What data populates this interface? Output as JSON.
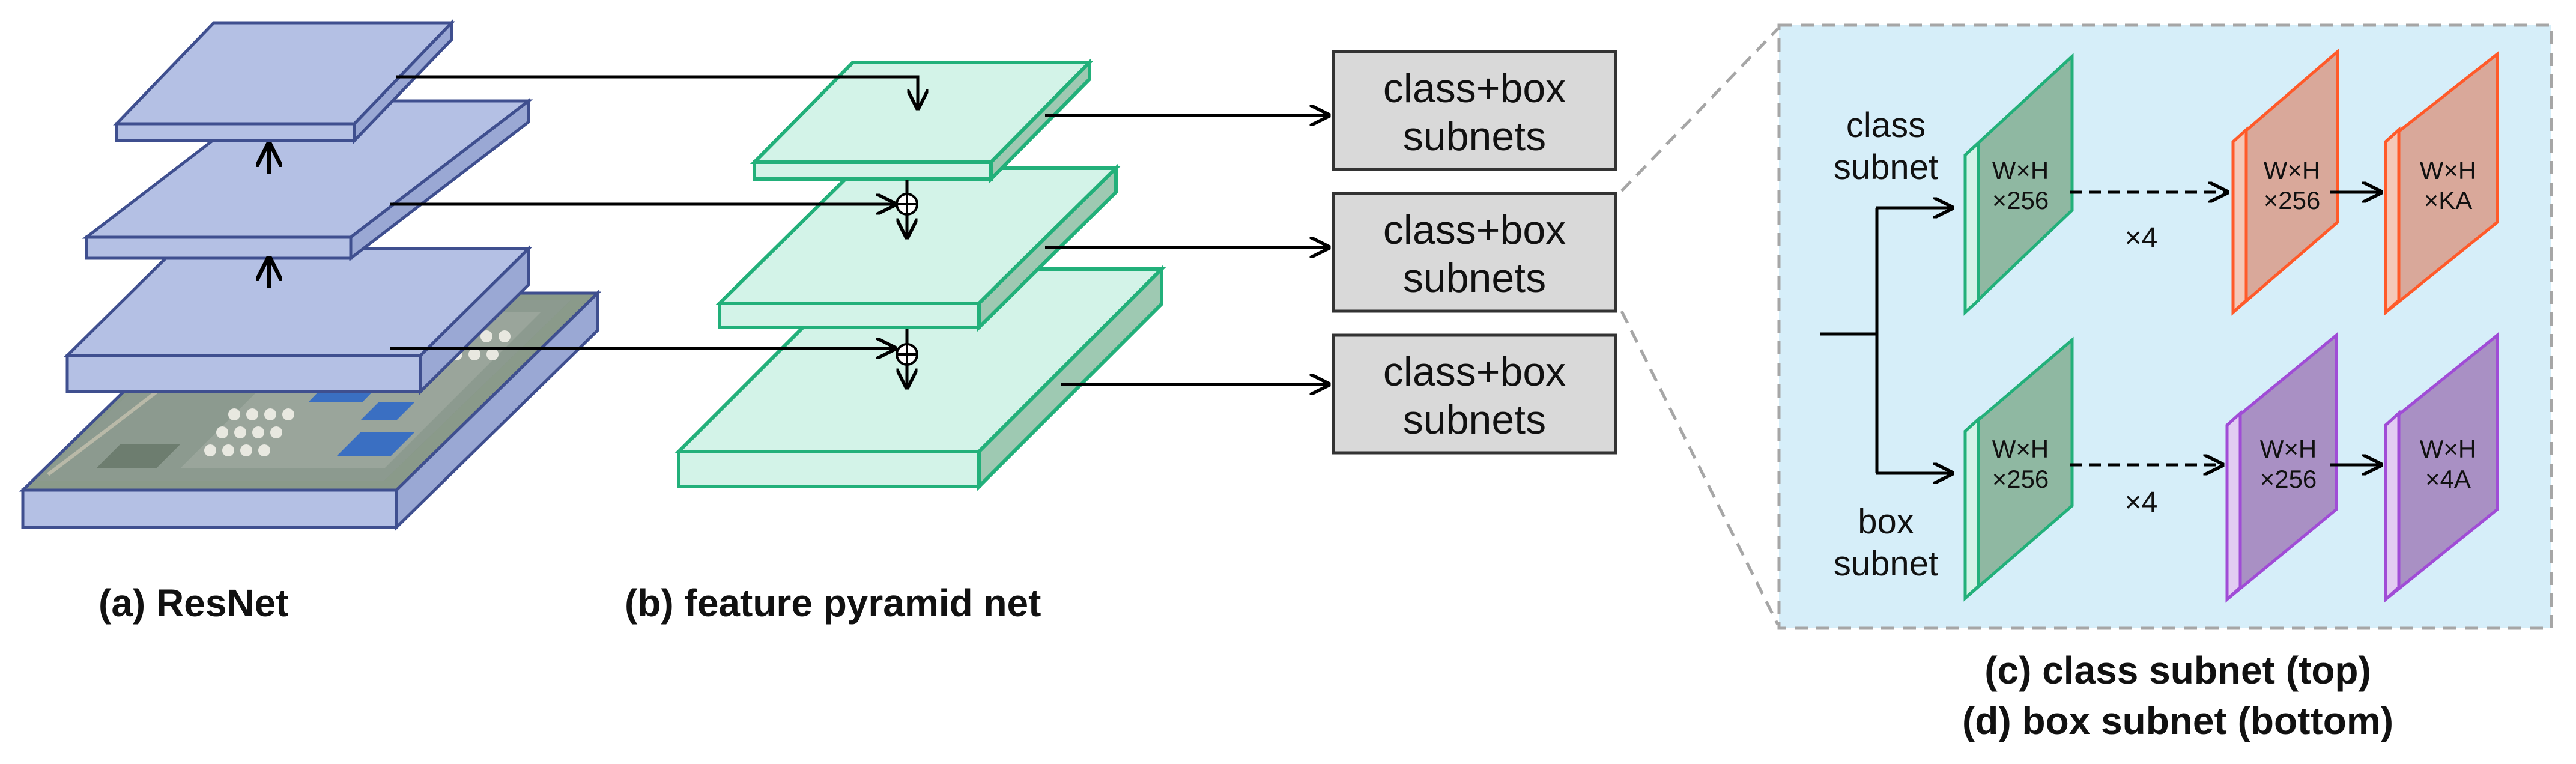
{
  "captions": {
    "resnet": "(a)  ResNet",
    "fpn": "(b)  feature pyramid net",
    "class_subnet": "(c)  class subnet  (top)",
    "box_subnet": "(d)  box subnet  (bottom)"
  },
  "subnet_boxes": [
    {
      "line1": "class+box",
      "line2": "subnets"
    },
    {
      "line1": "class+box",
      "line2": "subnets"
    },
    {
      "line1": "class+box",
      "line2": "subnets"
    }
  ],
  "class_branch": {
    "label_line1": "class",
    "label_line2": "subnet",
    "map1": {
      "line1": "W×H",
      "line2": "×256"
    },
    "repeat": "×4",
    "map2": {
      "line1": "W×H",
      "line2": "×256"
    },
    "map3": {
      "line1": "W×H",
      "line2": "×KA"
    }
  },
  "box_branch": {
    "label_line1": "box",
    "label_line2": "subnet",
    "map1": {
      "line1": "W×H",
      "line2": "×256"
    },
    "repeat": "×4",
    "map2": {
      "line1": "W×H",
      "line2": "×256"
    },
    "map3": {
      "line1": "W×H",
      "line2": "×4A"
    }
  },
  "colors": {
    "resnet_fill": "#b4c0e4",
    "resnet_stroke": "#3f4f8f",
    "fpn_fill": "#d3f3e8",
    "fpn_stroke": "#22b07a",
    "subnet_panel": "#d6eef9",
    "green_map": "#8fb8a2",
    "red_map": "#d9a89a",
    "red_stroke": "#ff5a2a",
    "purple_map": "#a990c4",
    "purple_stroke": "#a04cd6",
    "box_fill": "#d9d9d9"
  }
}
